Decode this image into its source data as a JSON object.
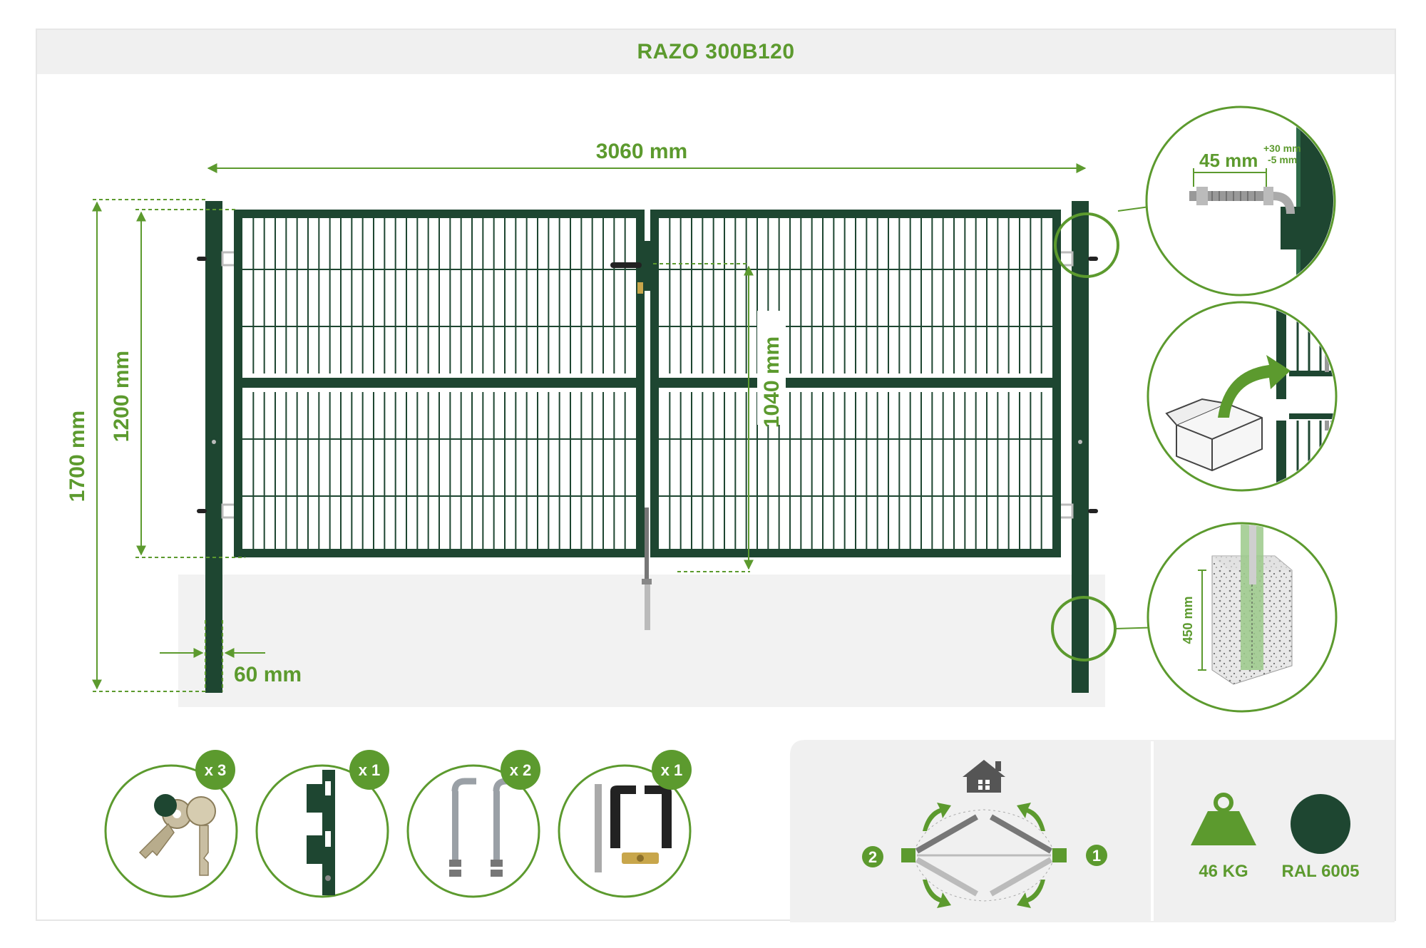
{
  "title": "RAZO 300B120",
  "dimensions": {
    "total_width": "3060 mm",
    "post_height": "1700 mm",
    "panel_height": "1200 mm",
    "handle_height": "1040 mm",
    "post_width": "60 mm"
  },
  "hinge_detail": {
    "length": "45 mm",
    "tolerance_plus": "+30 mm",
    "tolerance_minus": "-5 mm"
  },
  "foundation_detail": {
    "depth": "450 mm"
  },
  "accessories": [
    {
      "item": "keys",
      "icon": "keys-icon",
      "quantity": "x 3"
    },
    {
      "item": "lock-strip",
      "icon": "lock-strip-icon",
      "quantity": "x 1"
    },
    {
      "item": "hinge-bolts",
      "icon": "hinge-bolt-icon",
      "quantity": "x 2"
    },
    {
      "item": "handle-set",
      "icon": "handle-set-icon",
      "quantity": "x 1"
    }
  ],
  "opening_diagram": {
    "badge_left": "2",
    "badge_right": "1"
  },
  "specs": {
    "weight": "46 KG",
    "color": "RAL 6005",
    "color_hex": "#1e4631"
  },
  "colors": {
    "accent": "#5c9a2e",
    "gate": "#1e4631"
  }
}
